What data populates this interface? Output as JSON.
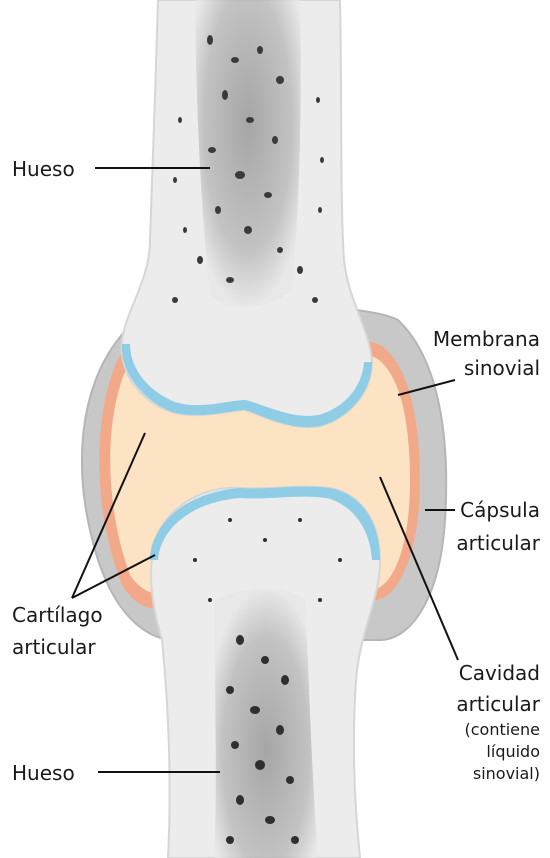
{
  "labels": {
    "hueso_top": "Hueso",
    "membrana_line1": "Membrana",
    "membrana_line2": "sinovial",
    "capsula_line1": "Cápsula",
    "capsula_line2": "articular",
    "cartilago_line1": "Cartílago",
    "cartilago_line2": "articular",
    "cavidad_line1": "Cavidad",
    "cavidad_line2": "articular",
    "cavidad_note1": "(contiene",
    "cavidad_note2": "líquido",
    "cavidad_note3": "sinovial)",
    "hueso_bottom": "Hueso"
  },
  "colors": {
    "bone": "#ececec",
    "bone_marrow": "#9a9a9a",
    "marrow_spots": "#3a3a3a",
    "cartilage": "#8fcde6",
    "synovial_fluid": "#fbe3c4",
    "synovial_membrane": "#f2a98a",
    "capsule": "#c8c8c8"
  }
}
